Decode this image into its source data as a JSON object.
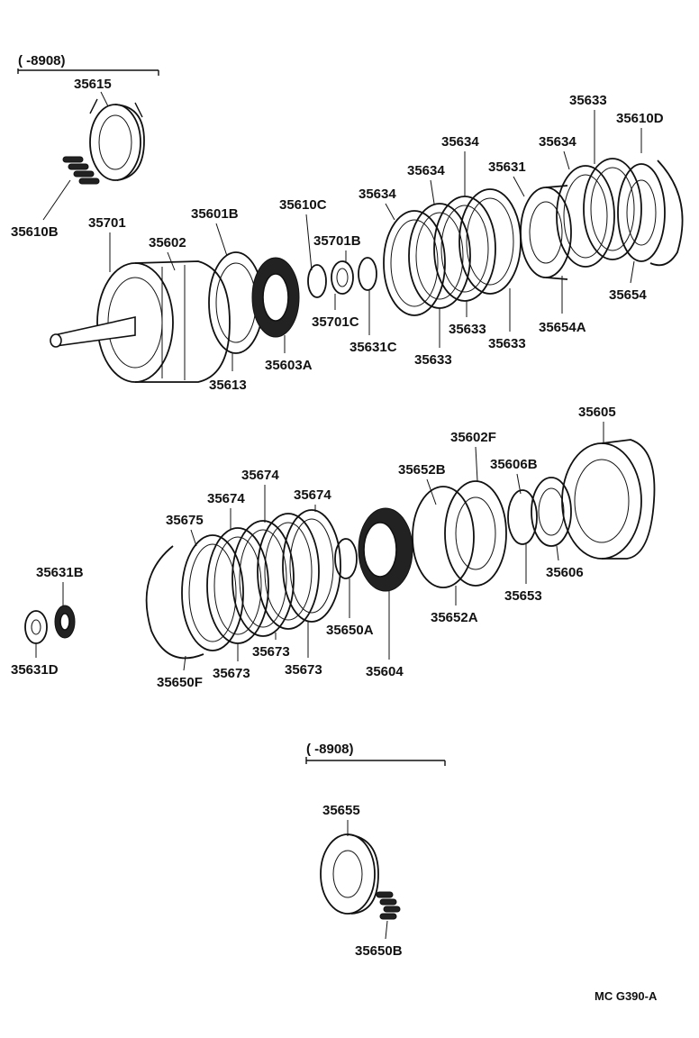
{
  "diagram": {
    "code": "MC G390-A",
    "range_labels": {
      "top": "(     -8908)",
      "bottom": "(     -8908)"
    },
    "parts": {
      "p35615": "35615",
      "p35610B": "35610B",
      "p35701": "35701",
      "p35602": "35602",
      "p35601B": "35601B",
      "p35613": "35613",
      "p35610C": "35610C",
      "p35603A": "35603A",
      "p35701B": "35701B",
      "p35701C": "35701C",
      "p35631C": "35631C",
      "p35634_a": "35634",
      "p35634_b": "35634",
      "p35634_c": "35634",
      "p35634_d": "35634",
      "p35633_a": "35633",
      "p35633_b": "35633",
      "p35633_c": "35633",
      "p35633_d": "35633",
      "p35631": "35631",
      "p35610D": "35610D",
      "p35654": "35654",
      "p35654A": "35654A",
      "p35605": "35605",
      "p35602F": "35602F",
      "p35606B": "35606B",
      "p35606": "35606",
      "p35653": "35653",
      "p35652B": "35652B",
      "p35652A": "35652A",
      "p35604": "35604",
      "p35650A": "35650A",
      "p35674_a": "35674",
      "p35674_b": "35674",
      "p35674_c": "35674",
      "p35675": "35675",
      "p35673_a": "35673",
      "p35673_b": "35673",
      "p35673_c": "35673",
      "p35650F": "35650F",
      "p35631B": "35631B",
      "p35631D": "35631D",
      "p35655": "35655",
      "p35650B": "35650B"
    }
  }
}
